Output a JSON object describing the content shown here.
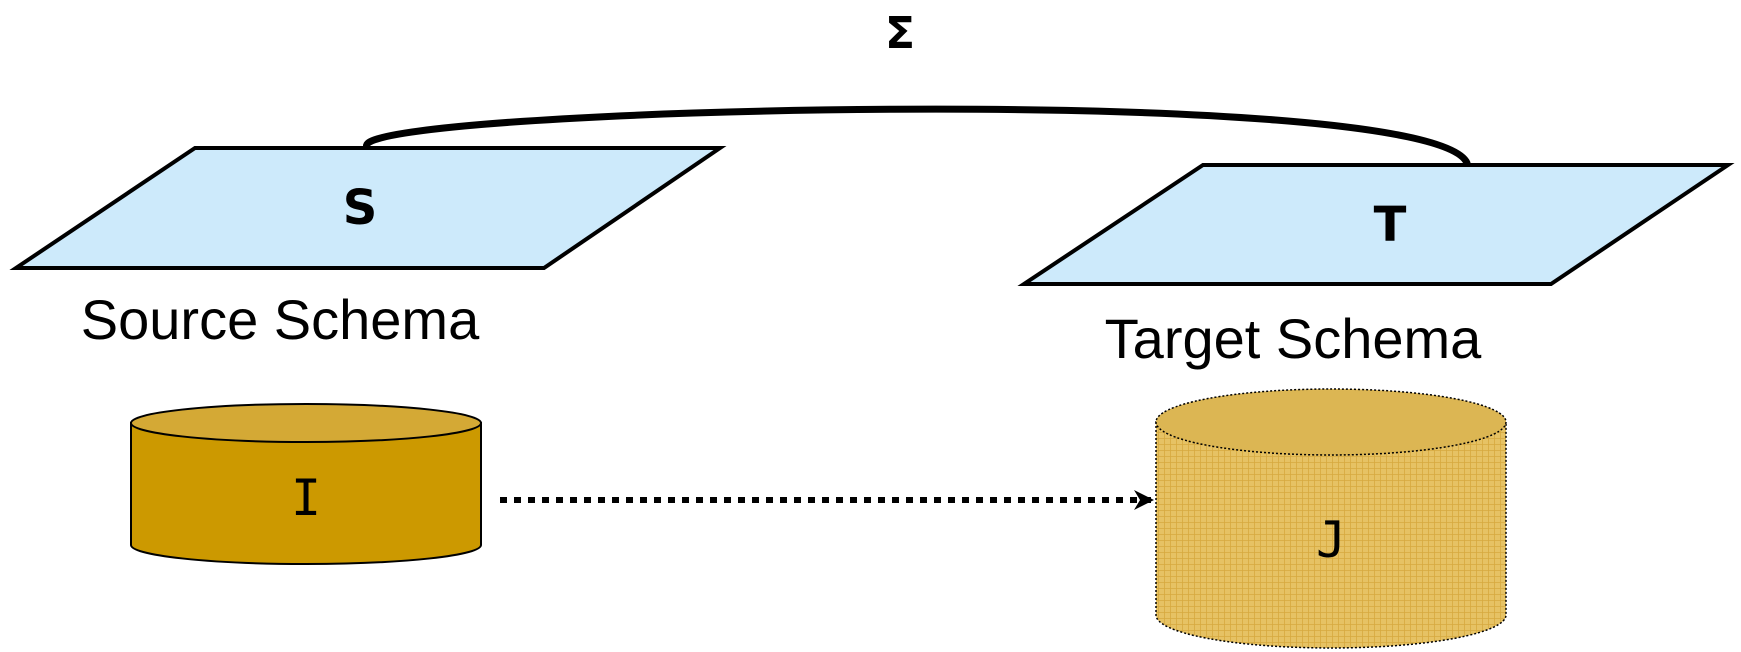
{
  "mapping": {
    "symbol": "Σ"
  },
  "source": {
    "symbol": "S",
    "caption": "Source Schema",
    "instance": "I"
  },
  "target": {
    "symbol": "T",
    "caption": "Target Schema",
    "instance": "J"
  },
  "colors": {
    "schema_fill": "#cdeafb",
    "stroke": "#000000",
    "source_db_body": "#cc9900",
    "source_db_top": "#d4a935",
    "target_db_body": "#e6c264",
    "target_db_top": "#dcb653",
    "target_db_hatch": "#d7a93f"
  }
}
